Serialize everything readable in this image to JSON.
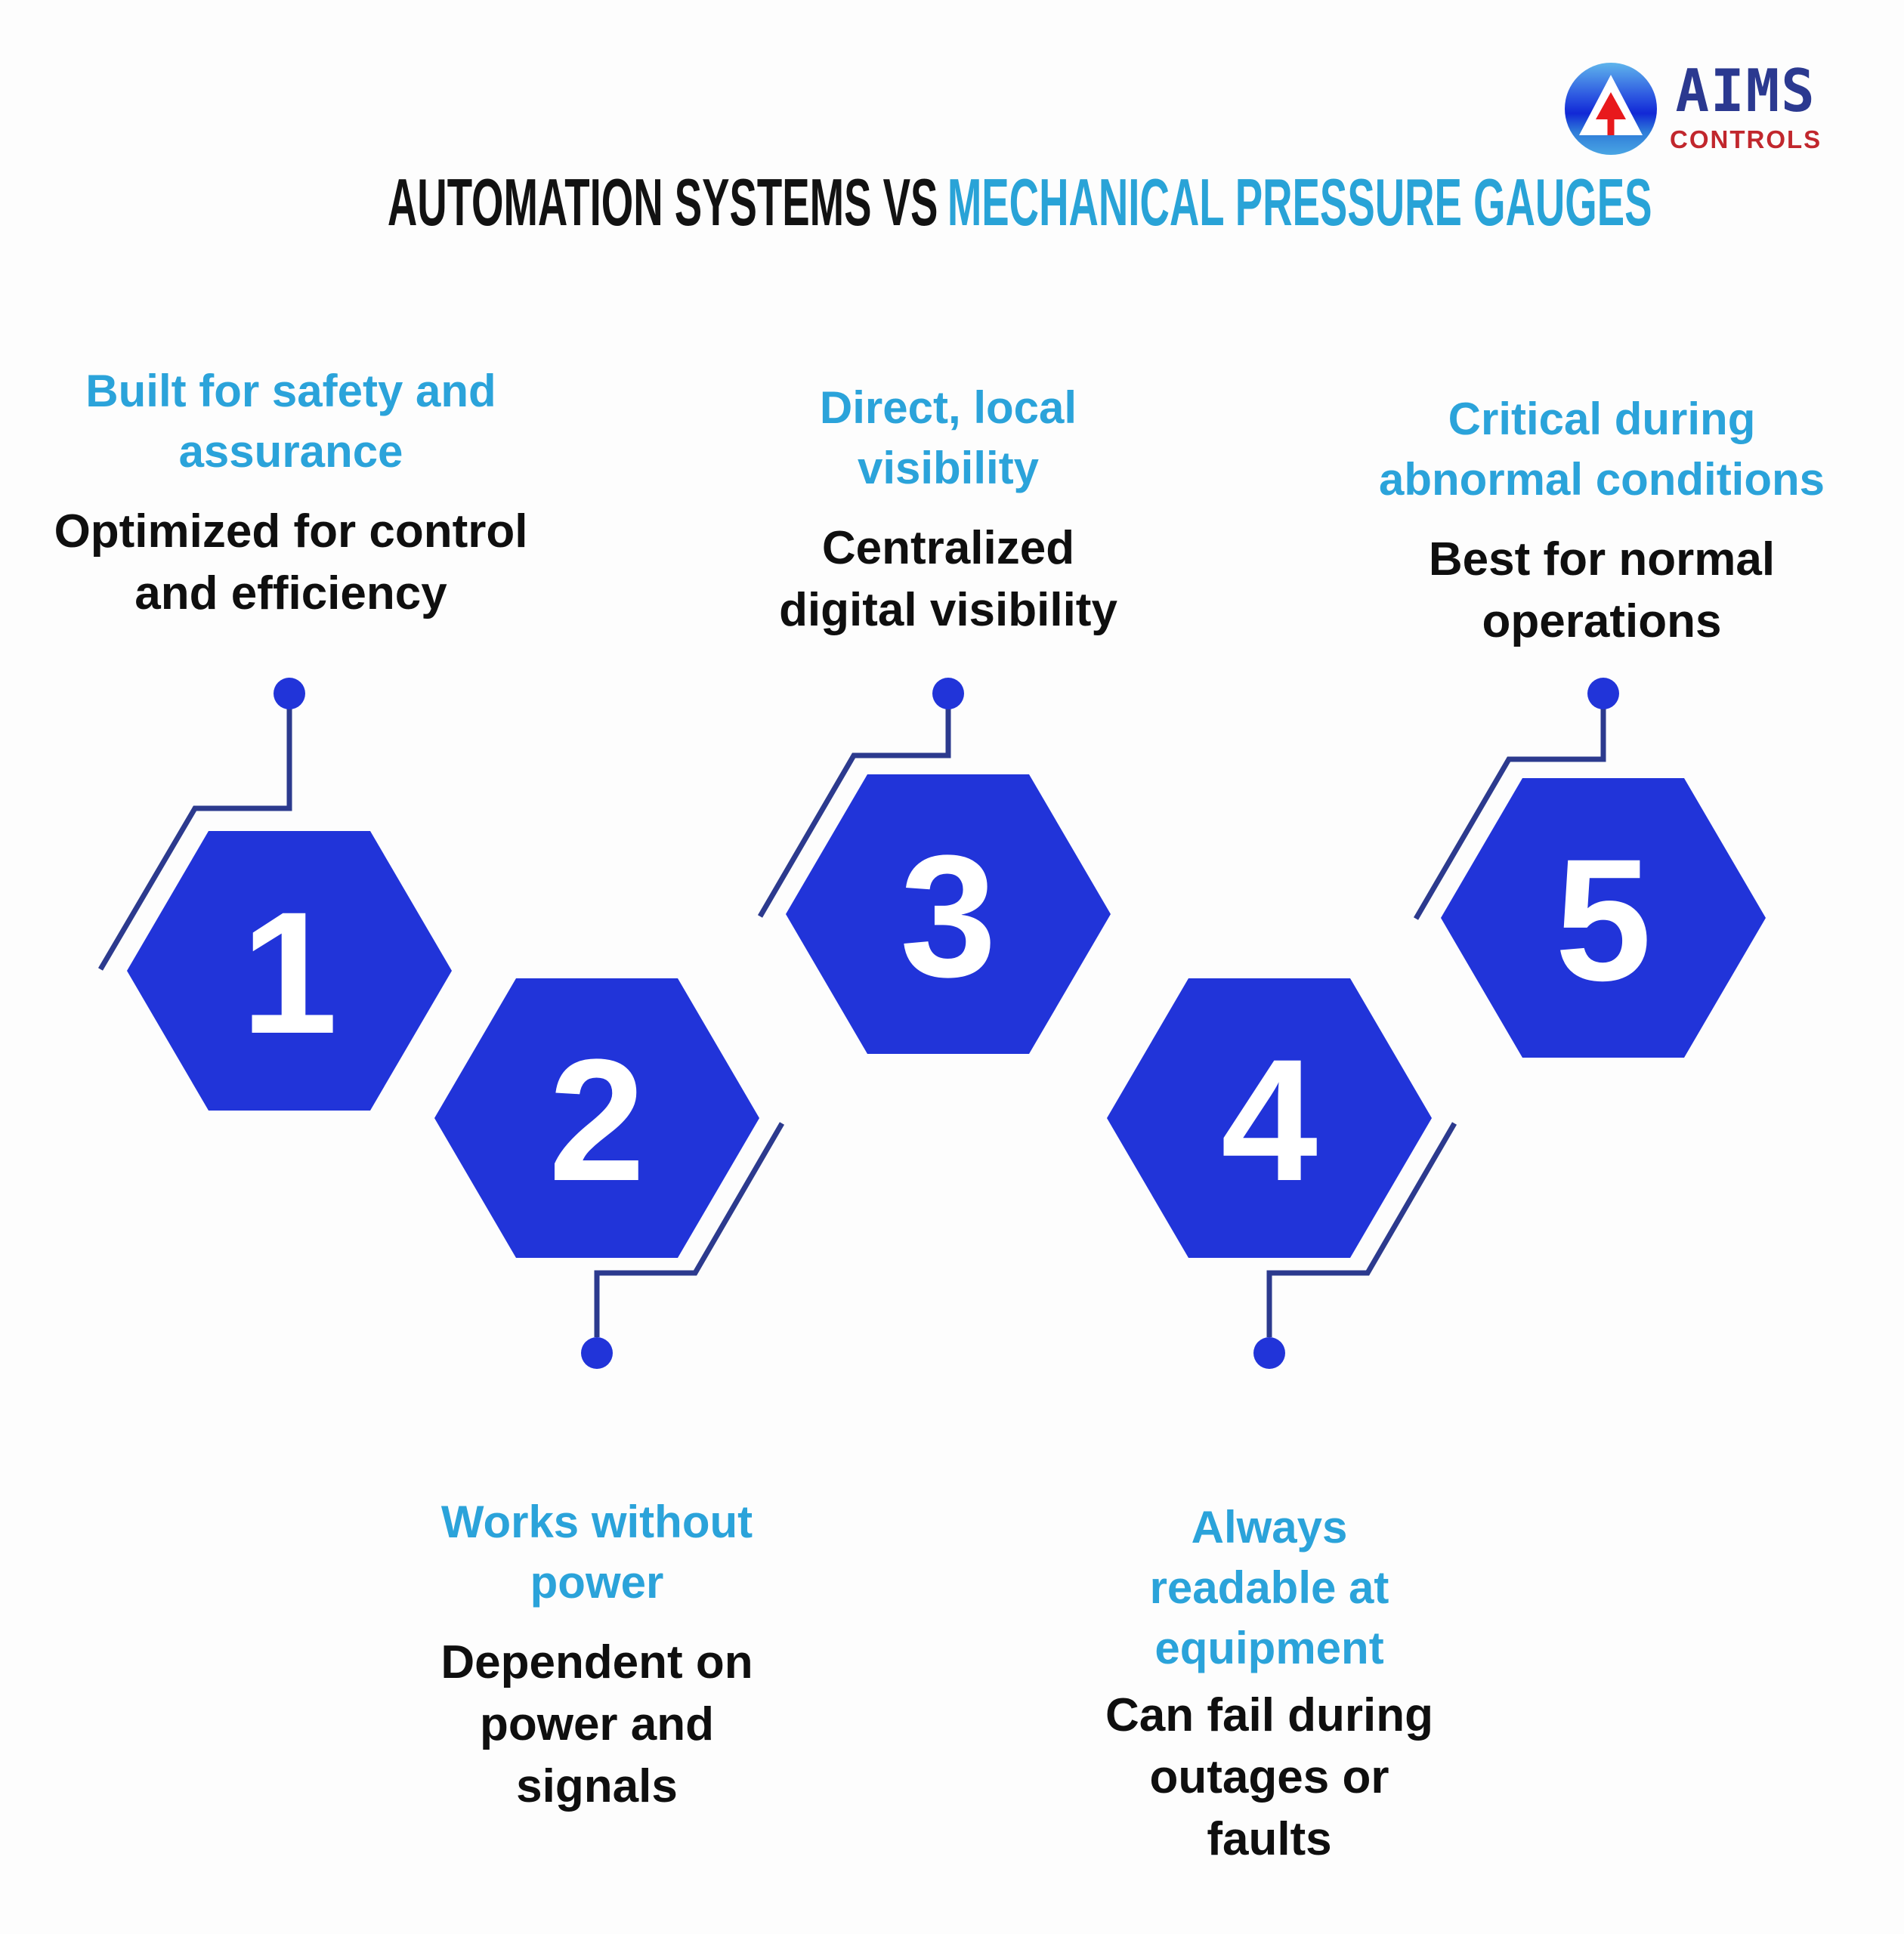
{
  "logo": {
    "brand": "AIMS",
    "tagline": "CONTROLS",
    "icon": "triangle-arrow-logo-icon"
  },
  "title": {
    "part1": "AUTOMATION SYSTEMS VS",
    "part2": "MECHANICAL PRESSURE GAUGES"
  },
  "colors": {
    "hexagon_blue": "#2134D9",
    "connector_navy": "#2C3A8E",
    "heading_blue": "#2BA3DA",
    "title_blue": "#29A3D7",
    "logo_navy": "#2B3990",
    "logo_red": "#C1272D",
    "text_black": "#0F0F0F"
  },
  "items": [
    {
      "number": "1",
      "heading": "Built for safety and\nassurance",
      "body": "Optimized for control\nand efficiency"
    },
    {
      "number": "2",
      "heading": "Works without\npower",
      "body": "Dependent on\npower and\nsignals"
    },
    {
      "number": "3",
      "heading": "Direct, local\nvisibility",
      "body": "Centralized\ndigital visibility"
    },
    {
      "number": "4",
      "heading": "Always\nreadable at\nequipment",
      "body": "Can fail during\noutages or\nfaults"
    },
    {
      "number": "5",
      "heading": "Critical during\nabnormal conditions",
      "body": "Best for normal\noperations"
    }
  ]
}
